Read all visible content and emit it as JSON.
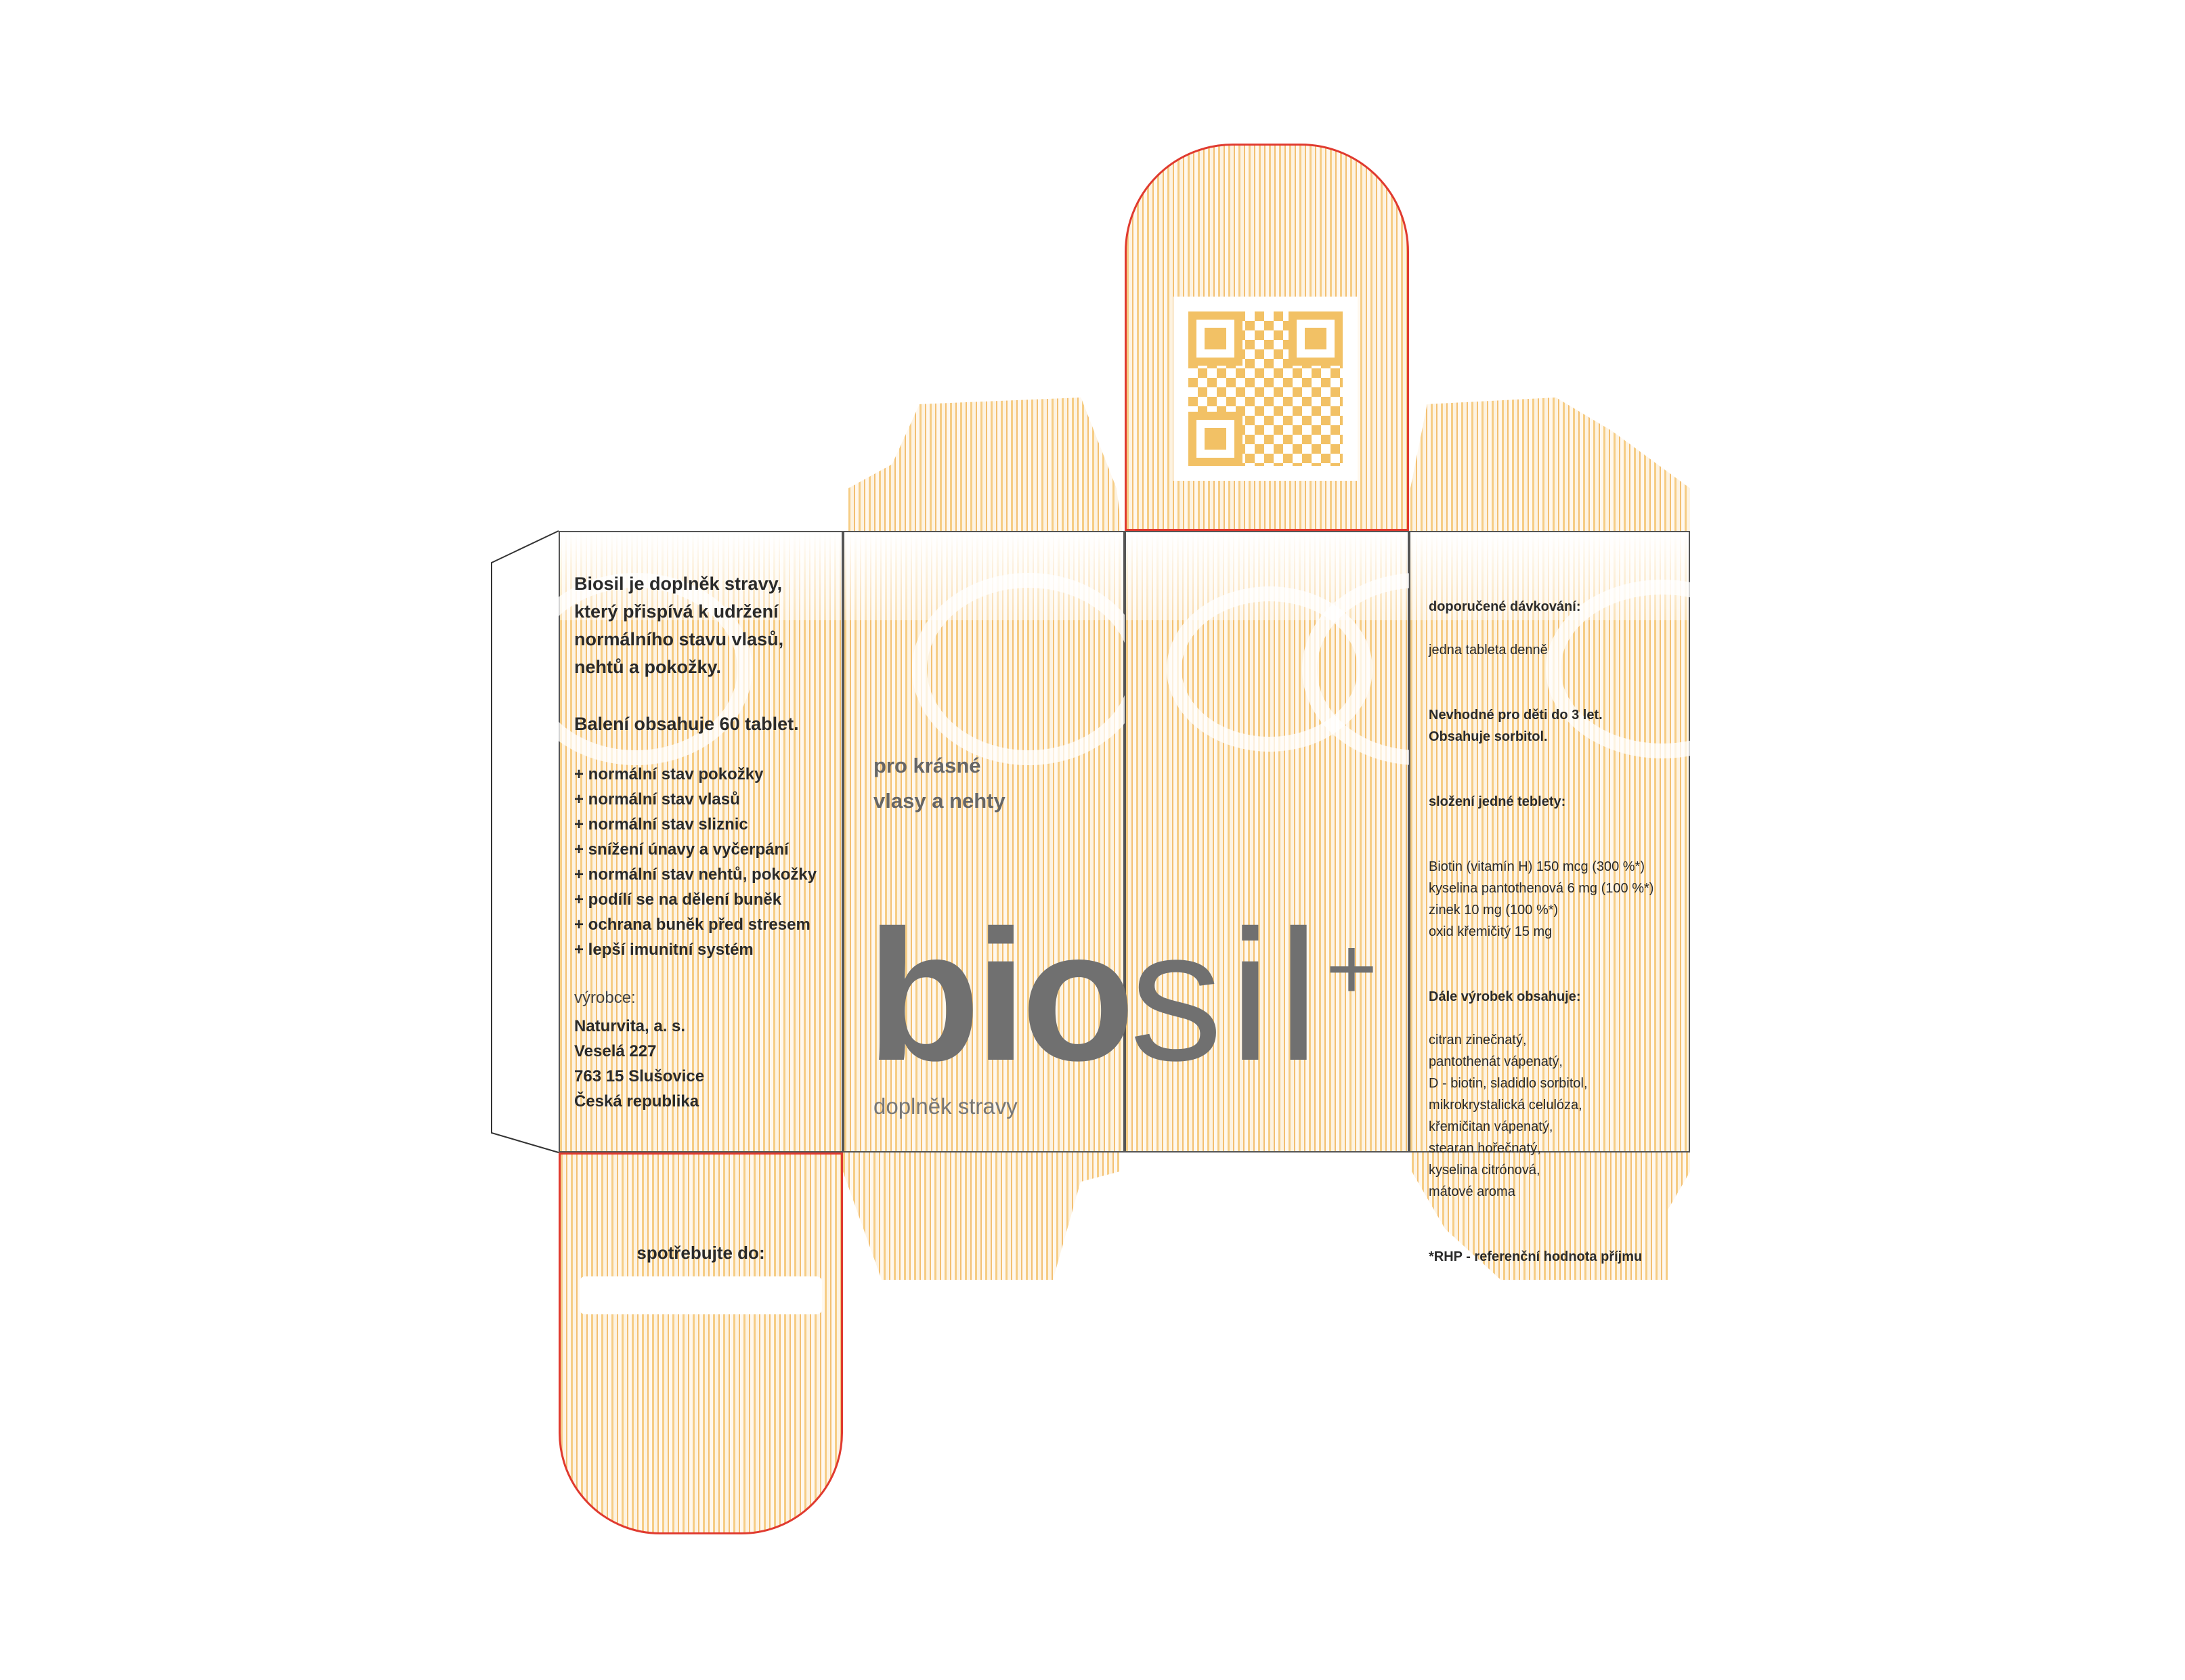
{
  "left_panel": {
    "intro": "Biosil je doplněk stravy,\nkterý přispívá k udržení\nnormálního stavu vlasů,\nnehtů a pokožky.",
    "pack": "Balení obsahuje 60 tablet.",
    "benefits": [
      "+ normální stav pokožky",
      "+ normální stav vlasů",
      "+ normální stav sliznic",
      "+ snížení únavy a vyčerpání",
      "+ normální stav nehtů, pokožky",
      "+ podílí se na dělení buněk",
      "+ ochrana buněk před stresem",
      "+ lepší imunitní systém"
    ],
    "maker_label": "výrobce:",
    "maker": "Naturvita, a. s.\nVeselá 227\n763 15 Slušovice\nČeská republika"
  },
  "front": {
    "tagline": "pro krásné\nvlasy a nehty",
    "logo_bio": "bio",
    "logo_sil": "sil",
    "logo_plus": "+",
    "subtitle": "doplněk stravy"
  },
  "right_panel": {
    "dose_label": "doporučené dávkování:",
    "dose": "jedna tableta denně",
    "warning": "Nevhodné pro děti do 3 let.\nObsahuje sorbitol.",
    "composition_label": "složení jedné teblety:",
    "composition": "Biotin (vitamín H) 150 mcg (300 %*)\nkyselina pantothenová 6 mg (100 %*)\nzinek 10 mg (100 %*)\noxid křemičitý 15 mg",
    "other_label": "Dále výrobek obsahuje:",
    "other": "citran zinečnatý,\npantothenát vápenatý,\nD - biotin, sladidlo sorbitol,\nmikrokrystalická celulóza,\nkřemičitan vápenatý,\nstearan hořečnatý,\nkyselina citrónová,\nmátové aroma",
    "footnote": "*RHP - referenční hodnota příjmu"
  },
  "bottom_flap": {
    "expiry_label": "spotřebujte do:"
  },
  "colors": {
    "stripe": "#f6cd85",
    "logo": "#707070",
    "cut": "#e03a2f"
  }
}
